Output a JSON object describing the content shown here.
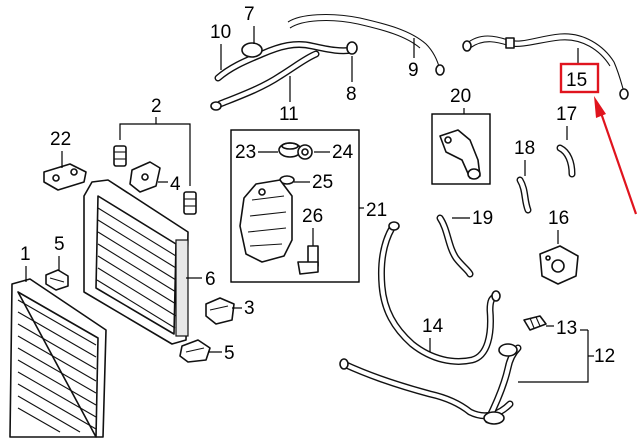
{
  "diagram": {
    "labels": {
      "c1": "1",
      "c2": "2",
      "c3": "3",
      "c4": "4",
      "c5a": "5",
      "c5b": "5",
      "c6": "6",
      "c7": "7",
      "c8": "8",
      "c9": "9",
      "c10": "10",
      "c11": "11",
      "c12": "12",
      "c13": "13",
      "c14": "14",
      "c15": "15",
      "c16": "16",
      "c17": "17",
      "c18": "18",
      "c19": "19",
      "c20": "20",
      "c21": "21",
      "c22": "22",
      "c23": "23",
      "c24": "24",
      "c25": "25",
      "c26": "26"
    },
    "highlight": {
      "callout": "15",
      "box_color": "#e0141e",
      "arrow_color": "#e0141e"
    }
  }
}
